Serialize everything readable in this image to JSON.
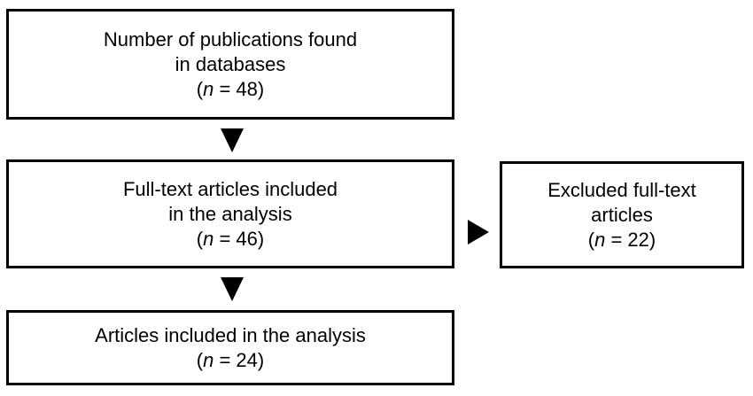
{
  "diagram": {
    "type": "flowchart",
    "orientation": "vertical-with-side-branch",
    "colors": {
      "box_border": "#000000",
      "box_fill": "#ffffff",
      "text": "#000000",
      "arrow": "#000000"
    },
    "nodes": [
      {
        "id": "found",
        "lines": [
          "Number of publications found",
          "in databases"
        ],
        "count_prefix": "(",
        "count_var": "n",
        "count_eq": " = ",
        "count_value": "48",
        "count_suffix": ")",
        "count_text": "(n = 48)"
      },
      {
        "id": "fulltext",
        "lines": [
          "Full-text articles included",
          "in the analysis"
        ],
        "count_prefix": "(",
        "count_var": "n",
        "count_eq": " = ",
        "count_value": "46",
        "count_suffix": ")",
        "count_text": "(n = 46)"
      },
      {
        "id": "excluded",
        "lines": [
          "Excluded full-text",
          "articles"
        ],
        "count_prefix": "(",
        "count_var": "n",
        "count_eq": " = ",
        "count_value": "22",
        "count_suffix": ")",
        "count_text": "(n = 22)"
      },
      {
        "id": "included",
        "lines": [
          "Articles included in the analysis"
        ],
        "count_prefix": "(",
        "count_var": "n",
        "count_eq": " = ",
        "count_value": "24",
        "count_suffix": ")",
        "count_text": "(n = 24)"
      }
    ],
    "arrows": [
      {
        "id": "found-to-fulltext",
        "icon": "triangle-down-icon",
        "from": "found",
        "to": "fulltext"
      },
      {
        "id": "fulltext-to-excluded",
        "icon": "triangle-right-icon",
        "from": "fulltext",
        "to": "excluded"
      },
      {
        "id": "fulltext-to-included",
        "icon": "triangle-down-icon",
        "from": "fulltext",
        "to": "included"
      }
    ]
  }
}
